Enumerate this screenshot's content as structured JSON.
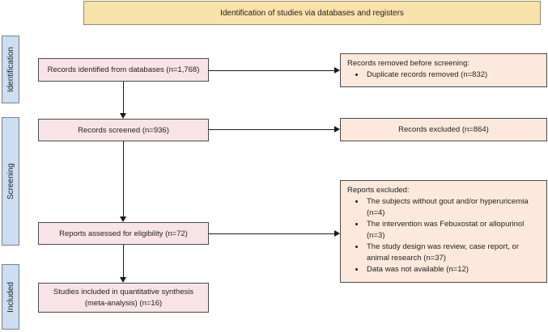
{
  "banner": {
    "label": "Identification of studies via databases and registers"
  },
  "stages": [
    {
      "label": "Identification"
    },
    {
      "label": "Screening"
    },
    {
      "label": "Included"
    }
  ],
  "flow_boxes": [
    {
      "line1": "Records identified from databases (n=1,768)"
    },
    {
      "line1": "Records screened (n=936)"
    },
    {
      "line1": "Reports assessed for eligibility (n=72)"
    },
    {
      "line1": "Studies included in quantitative synthesis",
      "line2": "(meta-analysis) (n=16)"
    }
  ],
  "side_boxes": [
    {
      "title": "Records removed before screening:",
      "bullets": [
        "Duplicate records removed (n=832)"
      ]
    },
    {
      "text": "Records excluded (n=864)"
    },
    {
      "title": "Reports excluded:",
      "bullets": [
        "The subjects without gout and/or hyperuricemia (n=4)",
        "The intervention was Febuxostat or allopurinol (n=3)",
        "The study design was review, case report, or animal research (n=37)",
        "Data was not available (n=12)"
      ]
    }
  ],
  "colors": {
    "banner_bg": "#f7e2a9",
    "banner_border": "#8f8d72",
    "stage_bg": "#cbdef2",
    "stage_border": "#7f7f7f",
    "flow_bg": "#f8e4e6",
    "side_bg": "#fce9db",
    "box_border": "#4a4a4a",
    "arrow": "#1a1a1a",
    "text": "#1f1f1f"
  }
}
